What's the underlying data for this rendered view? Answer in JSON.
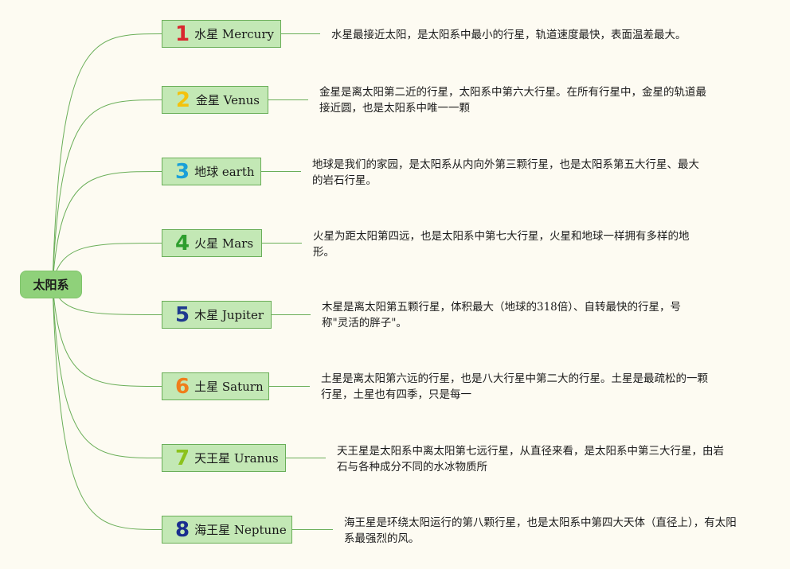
{
  "root": {
    "label": "太阳系"
  },
  "colors": {
    "line": "#6aae58",
    "node_fill": "#c3e8b5",
    "root_fill": "#8fd17a"
  },
  "planets": [
    {
      "number": "1",
      "number_color": "#d9262e",
      "name": "水星 Mercury",
      "desc": "水星最接近太阳，是太阳系中最小的行星，轨道速度最快，表面温差最大。"
    },
    {
      "number": "2",
      "number_color": "#f4c20d",
      "name": "金星 Venus",
      "desc": "金星是离太阳第二近的行星，太阳系中第六大行星。在所有行星中，金星的轨道最接近圆，也是太阳系中唯一一颗"
    },
    {
      "number": "3",
      "number_color": "#1aa0d8",
      "name": "地球 earth",
      "desc": "地球是我们的家园，是太阳系从内向外第三颗行星，也是太阳系第五大行星、最大的岩石行星。"
    },
    {
      "number": "4",
      "number_color": "#2e9e2e",
      "name": "火星 Mars",
      "desc": "火星为距太阳第四远，也是太阳系中第七大行星，火星和地球一样拥有多样的地形。"
    },
    {
      "number": "5",
      "number_color": "#1f3a8f",
      "name": "木星 Jupiter",
      "desc": "木星是离太阳第五颗行星，体积最大（地球的318倍）、自转最快的行星，号称\"灵活的胖子\"。"
    },
    {
      "number": "6",
      "number_color": "#f07d1a",
      "name": "土星 Saturn",
      "desc": "土星是离太阳第六远的行星，也是八大行星中第二大的行星。土星是最疏松的一颗行星，土星也有四季，只是每一"
    },
    {
      "number": "7",
      "number_color": "#8cc21c",
      "name": "天王星 Uranus",
      "desc": "天王星是太阳系中离太阳第七远行星，从直径来看，是太阳系中第三大行星，由岩石与各种成分不同的水冰物质所"
    },
    {
      "number": "8",
      "number_color": "#1a2d8f",
      "name": "海王星 Neptune",
      "desc": "海王星是环绕太阳运行的第八颗行星，也是太阳系中第四大天体（直径上），有太阳系最强烈的风。"
    }
  ]
}
